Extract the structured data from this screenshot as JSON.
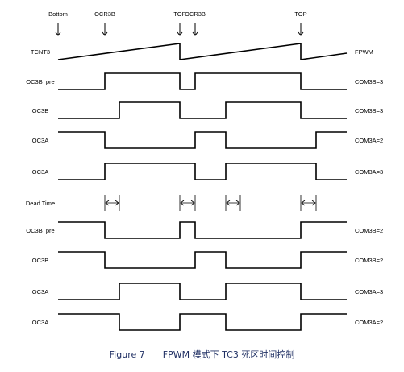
{
  "markers": [
    {
      "label": "Bottom",
      "t": 0
    },
    {
      "label": "OCR3B",
      "t": 1
    },
    {
      "label": "TOP",
      "t": 3
    },
    {
      "label": "OCR3B",
      "t": 4
    },
    {
      "label": "TOP",
      "t": 7
    }
  ],
  "counter": {
    "label": "TCNT3",
    "mode": "FPWM"
  },
  "signals": [
    {
      "label": "OC3B_pre",
      "setting": "COM3B=3",
      "start": 0,
      "edges": [
        1,
        3,
        4,
        7
      ]
    },
    {
      "label": "OC3B",
      "setting": "COM3B=3",
      "start": 0,
      "edges": [
        2,
        3,
        5,
        7
      ]
    },
    {
      "label": "OC3A",
      "setting": "COM3A=2",
      "start": 1,
      "edges": [
        1,
        4,
        5,
        8
      ]
    },
    {
      "label": "OC3A",
      "setting": "COM3A=3",
      "start": 0,
      "edges": [
        1,
        4,
        5,
        8
      ]
    },
    {
      "label": "OC3B_pre",
      "setting": "COM3B=2",
      "start": 1,
      "edges": [
        1,
        3,
        4,
        7
      ]
    },
    {
      "label": "OC3B",
      "setting": "COM3B=2",
      "start": 1,
      "edges": [
        1,
        4,
        5,
        7
      ]
    },
    {
      "label": "OC3A",
      "setting": "COM3A=3",
      "start": 0,
      "edges": [
        2,
        3,
        5,
        7
      ]
    },
    {
      "label": "OC3A",
      "setting": "COM3A=2",
      "start": 1,
      "edges": [
        2,
        3,
        5,
        7
      ]
    }
  ],
  "dead_time": {
    "label": "Dead Time",
    "intervals": [
      [
        1,
        2
      ],
      [
        3,
        4
      ],
      [
        5,
        6
      ],
      [
        7,
        8
      ]
    ]
  },
  "caption": {
    "number": "Figure 7",
    "text": "FPWM 模式下 TC3 死区时间控制"
  }
}
